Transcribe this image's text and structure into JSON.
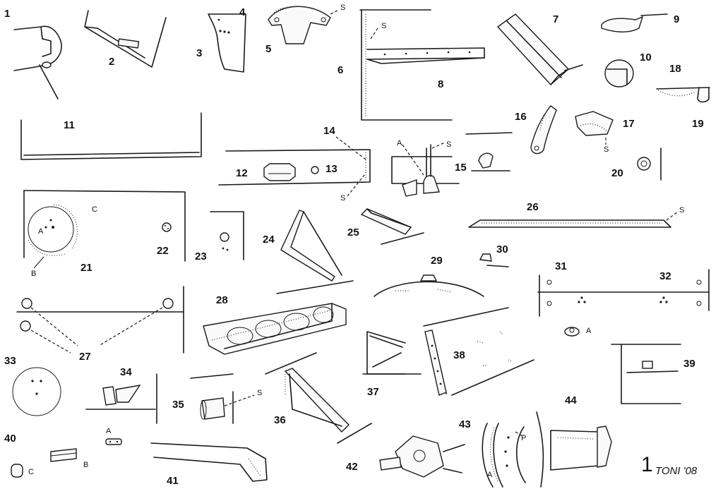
{
  "labels": {
    "n1": "1",
    "n2": "2",
    "n3": "3",
    "n4": "4",
    "n5": "5",
    "n6": "6",
    "n7": "7",
    "n8": "8",
    "n9": "9",
    "n10": "10",
    "n11": "11",
    "n12": "12",
    "n13": "13",
    "n14": "14",
    "n15": "15",
    "n16": "16",
    "n17": "17",
    "n18": "18",
    "n19": "19",
    "n20": "20",
    "n21": "21",
    "n22": "22",
    "n23": "23",
    "n24": "24",
    "n25": "25",
    "n26": "26",
    "n27": "27",
    "n28": "28",
    "n29": "29",
    "n30": "30",
    "n31": "31",
    "n32": "32",
    "n33": "33",
    "n34": "34",
    "n35": "35",
    "n36": "36",
    "n37": "37",
    "n38": "38",
    "n39": "39",
    "n40": "40",
    "n41": "41",
    "n42": "42",
    "n43": "43",
    "n44": "44"
  },
  "letters": {
    "s": "S",
    "a": "A",
    "b": "B",
    "c": "C",
    "p": "P"
  },
  "footer": {
    "page": "1",
    "signature": "TONI '08"
  }
}
